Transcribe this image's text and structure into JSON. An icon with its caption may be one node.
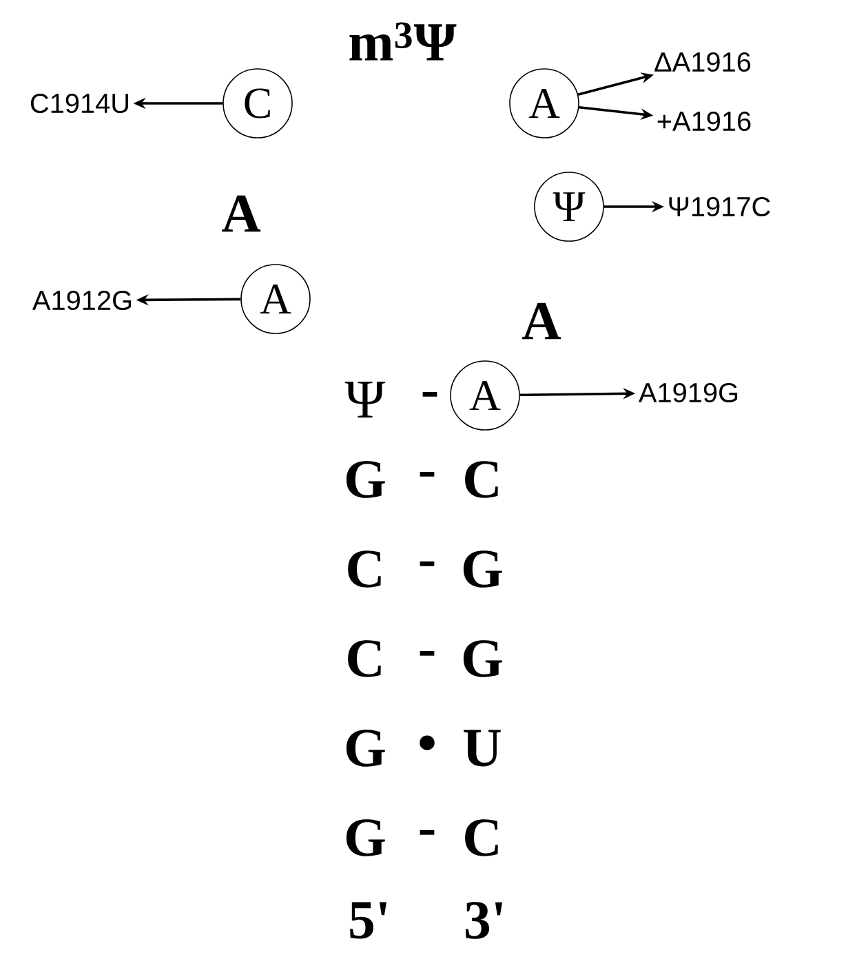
{
  "diagram": {
    "nodes": [
      {
        "text": [
          "C"
        ]
      },
      {
        "text": [
          "C1914U"
        ]
      },
      {
        "text": [
          "A"
        ]
      },
      {
        "text": [
          "ΔA1916"
        ]
      },
      {
        "text": [
          "+A1916"
        ]
      },
      {
        "text": [
          "Ψ"
        ]
      },
      {
        "text": [
          "Ψ1917C"
        ]
      },
      {
        "text": [
          "A"
        ]
      },
      {
        "text": [
          "A1912G"
        ]
      },
      {
        "text": [
          "A"
        ]
      },
      {
        "text": [
          "A1919G"
        ]
      }
    ],
    "edges": [
      {
        "from": 0,
        "to": 1,
        "arrow": "to"
      },
      {
        "from": 2,
        "to": 3,
        "arrow": "to"
      },
      {
        "from": 2,
        "to": 4,
        "arrow": "to"
      },
      {
        "from": 5,
        "to": 6,
        "arrow": "to"
      },
      {
        "from": 7,
        "to": 8,
        "arrow": "to"
      },
      {
        "from": 9,
        "to": 10,
        "arrow": "to"
      }
    ],
    "labels": [
      "m$^{3}$Ψ",
      "A",
      "A",
      "Ψ",
      "-",
      "G",
      "-",
      "C",
      "C",
      "-",
      "G",
      "C",
      "-",
      "G",
      "G",
      "•",
      "U",
      "G",
      "-",
      "C",
      "5'",
      "3'"
    ]
  }
}
